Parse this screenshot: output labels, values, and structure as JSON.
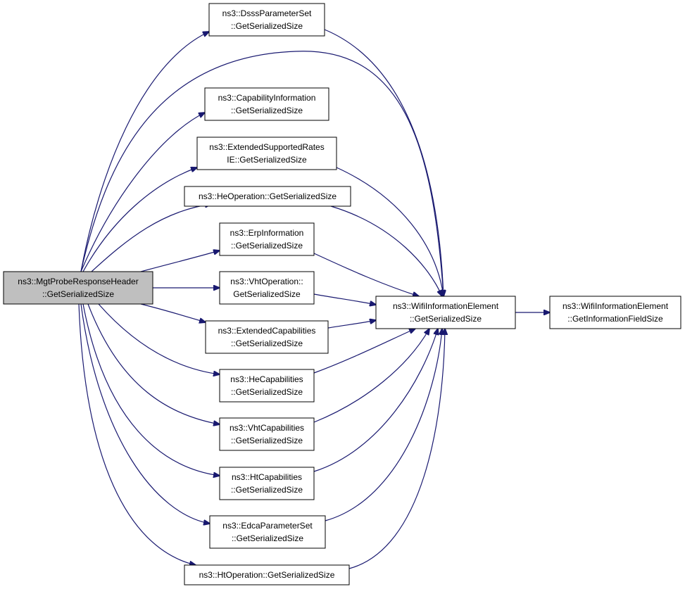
{
  "colors": {
    "edge": "#191970",
    "node_fill": "#ffffff",
    "root_fill": "#bfbfbf",
    "border": "#000000"
  },
  "nodes": {
    "root": {
      "lines": [
        "ns3::MgtProbeResponseHeader",
        "::GetSerializedSize"
      ],
      "highlighted": true
    },
    "dsss": {
      "lines": [
        "ns3::DsssParameterSet",
        "::GetSerializedSize"
      ]
    },
    "capinfo": {
      "lines": [
        "ns3::CapabilityInformation",
        "::GetSerializedSize"
      ]
    },
    "extrates": {
      "lines": [
        "ns3::ExtendedSupportedRates",
        "IE::GetSerializedSize"
      ]
    },
    "heop": {
      "lines": [
        "ns3::HeOperation::GetSerializedSize"
      ]
    },
    "erp": {
      "lines": [
        "ns3::ErpInformation",
        "::GetSerializedSize"
      ]
    },
    "vhtop": {
      "lines": [
        "ns3::VhtOperation::",
        "GetSerializedSize"
      ]
    },
    "extcap": {
      "lines": [
        "ns3::ExtendedCapabilities",
        "::GetSerializedSize"
      ]
    },
    "hecap": {
      "lines": [
        "ns3::HeCapabilities",
        "::GetSerializedSize"
      ]
    },
    "vhtcap": {
      "lines": [
        "ns3::VhtCapabilities",
        "::GetSerializedSize"
      ]
    },
    "htcap": {
      "lines": [
        "ns3::HtCapabilities",
        "::GetSerializedSize"
      ]
    },
    "edca": {
      "lines": [
        "ns3::EdcaParameterSet",
        "::GetSerializedSize"
      ]
    },
    "htop": {
      "lines": [
        "ns3::HtOperation::GetSerializedSize"
      ]
    },
    "wie": {
      "lines": [
        "ns3::WifiInformationElement",
        "::GetSerializedSize"
      ]
    },
    "wiefield": {
      "lines": [
        "ns3::WifiInformationElement",
        "::GetInformationFieldSize"
      ]
    }
  },
  "edges": [
    [
      "root",
      "dsss"
    ],
    [
      "root",
      "wie"
    ],
    [
      "root",
      "capinfo"
    ],
    [
      "root",
      "extrates"
    ],
    [
      "root",
      "heop"
    ],
    [
      "root",
      "erp"
    ],
    [
      "root",
      "vhtop"
    ],
    [
      "root",
      "extcap"
    ],
    [
      "root",
      "hecap"
    ],
    [
      "root",
      "vhtcap"
    ],
    [
      "root",
      "htcap"
    ],
    [
      "root",
      "edca"
    ],
    [
      "root",
      "htop"
    ],
    [
      "dsss",
      "wie"
    ],
    [
      "extrates",
      "wie"
    ],
    [
      "heop",
      "wie"
    ],
    [
      "erp",
      "wie"
    ],
    [
      "vhtop",
      "wie"
    ],
    [
      "extcap",
      "wie"
    ],
    [
      "hecap",
      "wie"
    ],
    [
      "vhtcap",
      "wie"
    ],
    [
      "htcap",
      "wie"
    ],
    [
      "edca",
      "wie"
    ],
    [
      "htop",
      "wie"
    ],
    [
      "wie",
      "wiefield"
    ]
  ]
}
